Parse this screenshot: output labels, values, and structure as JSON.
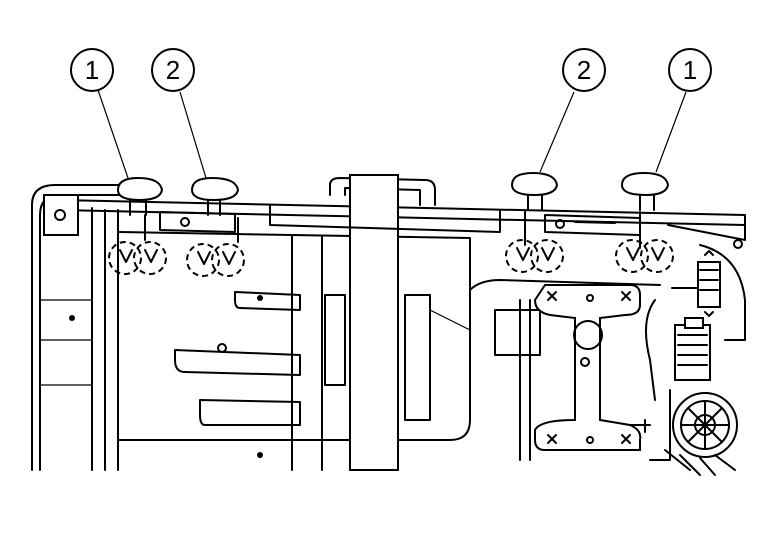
{
  "callouts": [
    {
      "label": "1"
    },
    {
      "label": "2"
    },
    {
      "label": "2"
    },
    {
      "label": "1"
    }
  ]
}
